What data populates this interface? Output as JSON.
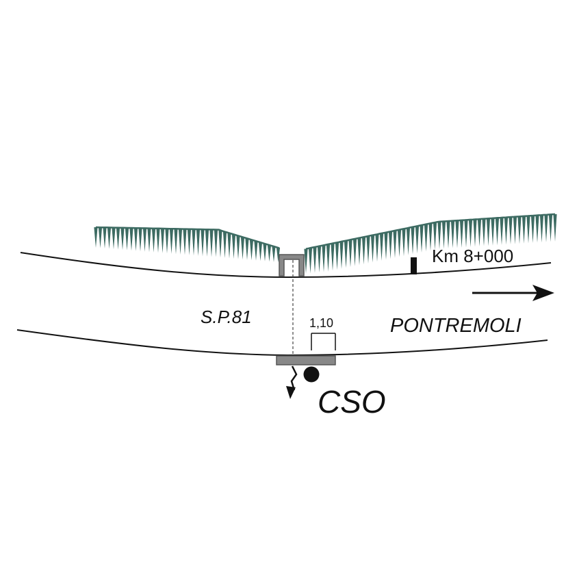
{
  "labels": {
    "km_marker": "Km 8+000",
    "road_name": "S.P.81",
    "direction": "PONTREMOLI",
    "dimension": "1,10",
    "site_code": "CSO"
  },
  "colors": {
    "vegetation": "#3d6b62",
    "structure_fill": "#888888",
    "structure_stroke": "#555555",
    "line": "#111111",
    "background": "#ffffff"
  },
  "icons": {
    "direction_arrow": "arrow-right-icon",
    "outfall_arrow": "arrow-down-icon",
    "station_point": "filled-circle-icon"
  }
}
